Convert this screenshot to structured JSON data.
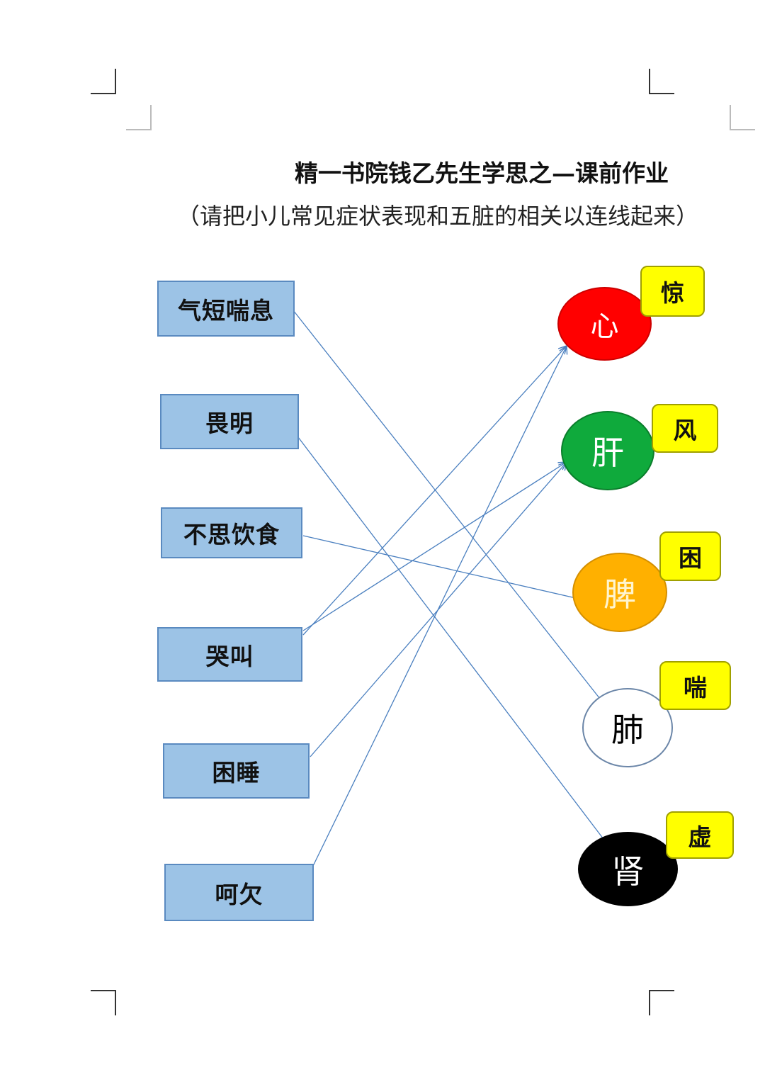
{
  "title": "精一书院钱乙先生学思之—课前作业",
  "subtitle": "（请把小儿常见症状表现和五脏的相关以连线起来）",
  "symptoms": [
    "气短喘息",
    "畏明",
    "不思饮食",
    "哭叫",
    "困睡",
    "呵欠"
  ],
  "organs": [
    {
      "label": "心",
      "tag": "惊",
      "color": "#ff0000"
    },
    {
      "label": "肝",
      "tag": "风",
      "color": "#0faa3c"
    },
    {
      "label": "脾",
      "tag": "困",
      "color": "#ffb000"
    },
    {
      "label": "肺",
      "tag": "喘",
      "color": "#ffffff"
    },
    {
      "label": "肾",
      "tag": "虚",
      "color": "#000000"
    }
  ],
  "connections": [
    {
      "from": "气短喘息",
      "to": "肺"
    },
    {
      "from": "畏明",
      "to": "肾"
    },
    {
      "from": "不思饮食",
      "to": "脾"
    },
    {
      "from": "哭叫",
      "to": "心"
    },
    {
      "from": "哭叫",
      "to": "肝"
    },
    {
      "from": "困睡",
      "to": "肝"
    },
    {
      "from": "呵欠",
      "to": "心"
    }
  ],
  "line_color": "#4a7fbf",
  "tag_color": "#ffff00",
  "box_color": "#9cc3e6"
}
